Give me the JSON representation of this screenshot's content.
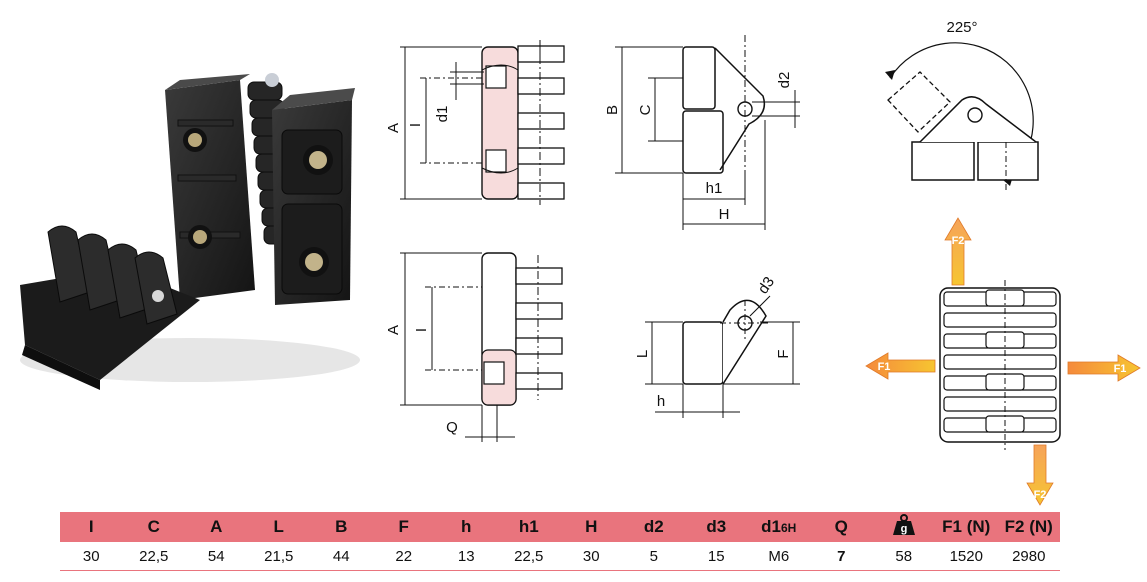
{
  "drawings": {
    "front_top": {
      "A": "A",
      "I": "I",
      "d1": "d1"
    },
    "side_top": {
      "B": "B",
      "C": "C",
      "d2": "d2",
      "h1": "h1",
      "H": "H"
    },
    "front_bottom": {
      "A": "A",
      "I": "I",
      "Q": "Q"
    },
    "side_bottom": {
      "L": "L",
      "F": "F",
      "h": "h",
      "d3": "d3"
    },
    "rotation": {
      "angle": "225°"
    },
    "forces": {
      "f1": "F1",
      "f2": "F2"
    }
  },
  "colors": {
    "accent": "#e9747d",
    "arrow_orange": "#f39b2b",
    "hatch": "#f7dcdc"
  },
  "table": {
    "headers": [
      {
        "id": "I",
        "label": "I"
      },
      {
        "id": "C",
        "label": "C"
      },
      {
        "id": "A",
        "label": "A"
      },
      {
        "id": "L",
        "label": "L"
      },
      {
        "id": "B",
        "label": "B"
      },
      {
        "id": "F",
        "label": "F"
      },
      {
        "id": "h",
        "label": "h"
      },
      {
        "id": "h1",
        "label": "h1"
      },
      {
        "id": "H",
        "label": "H"
      },
      {
        "id": "d2",
        "label": "d2"
      },
      {
        "id": "d3",
        "label": "d3"
      },
      {
        "id": "d1",
        "label": "d1",
        "sub": "6H"
      },
      {
        "id": "Q",
        "label": "Q"
      },
      {
        "id": "weight",
        "label": "",
        "icon": "weight-icon"
      },
      {
        "id": "F1",
        "label": "F1 (N)"
      },
      {
        "id": "F2",
        "label": "F2 (N)"
      }
    ],
    "values": [
      "30",
      "22,5",
      "54",
      "21,5",
      "44",
      "22",
      "13",
      "22,5",
      "30",
      "5",
      "15",
      "M6",
      "7",
      "58",
      "1520",
      "2980"
    ],
    "bold_columns": [
      12
    ]
  }
}
